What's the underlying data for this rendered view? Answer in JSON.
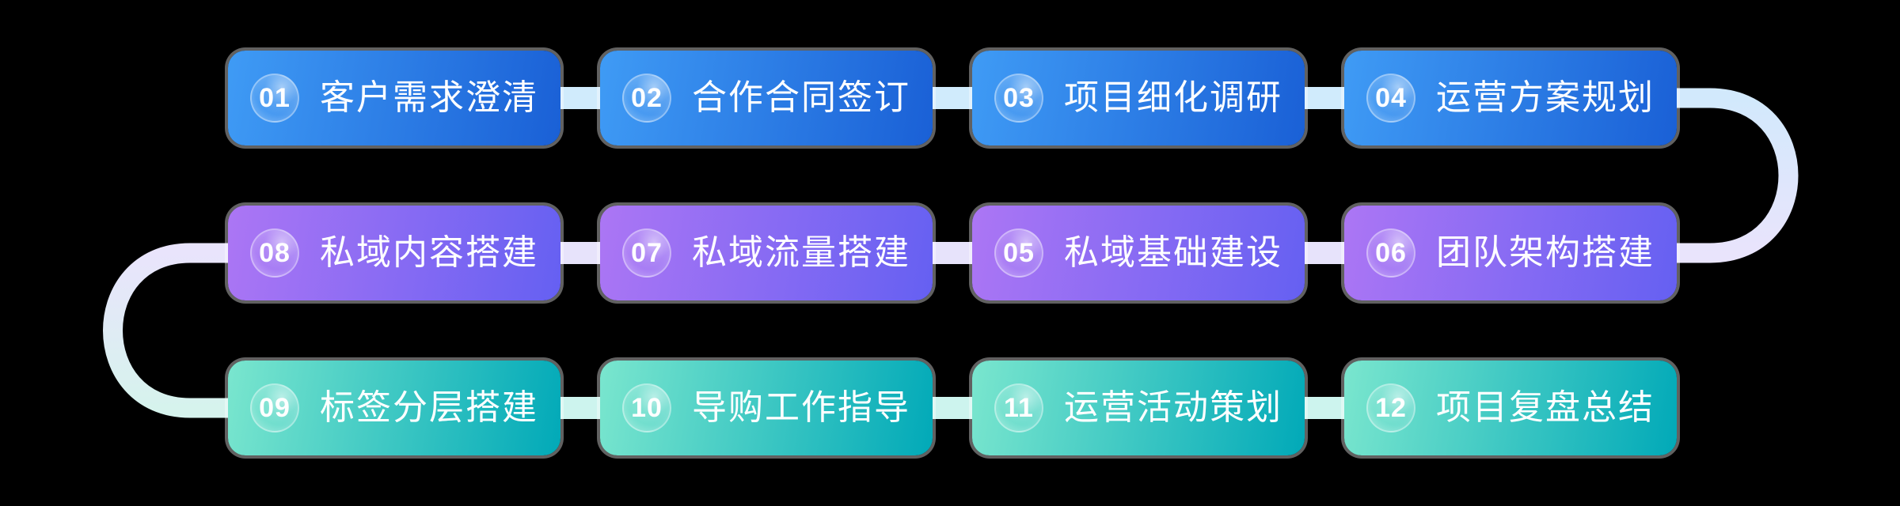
{
  "background": "#000000",
  "diagram": {
    "type": "process-flow",
    "box_ring_color": "rgba(255,255,255,0.38)",
    "rows": [
      {
        "theme": "blue",
        "gradient_from": "#3F9BF5",
        "gradient_to": "#1A60D6",
        "connector_color": "#D0EBFC",
        "cells": [
          {
            "num": "01",
            "label": "客户需求澄清"
          },
          {
            "num": "02",
            "label": "合作合同签订"
          },
          {
            "num": "03",
            "label": "项目细化调研"
          },
          {
            "num": "04",
            "label": "运营方案规划"
          }
        ]
      },
      {
        "theme": "purple",
        "gradient_from": "#AC76F4",
        "gradient_to": "#6560F2",
        "connector_color": "#E7E3FB",
        "cells": [
          {
            "num": "08",
            "label": "私域内容搭建"
          },
          {
            "num": "07",
            "label": "私域流量搭建"
          },
          {
            "num": "05",
            "label": "私域基础建设"
          },
          {
            "num": "06",
            "label": "团队架构搭建"
          }
        ]
      },
      {
        "theme": "teal",
        "gradient_from": "#7AE6CE",
        "gradient_to": "#01A9B8",
        "connector_color": "#CDF4EE",
        "cells": [
          {
            "num": "09",
            "label": "标签分层搭建"
          },
          {
            "num": "10",
            "label": "导购工作指导"
          },
          {
            "num": "11",
            "label": "运营活动策划"
          },
          {
            "num": "12",
            "label": "项目复盘总结"
          }
        ]
      }
    ],
    "curves": {
      "right_top_color": "#D2E9FC",
      "right_bottom_color": "#E9E4FC",
      "left_top_color": "#E9E4FC",
      "left_bottom_color": "#D6F3ED"
    }
  }
}
